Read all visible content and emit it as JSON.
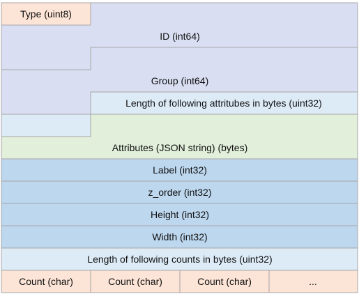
{
  "diagram": {
    "fields": {
      "type": "Type (uint8)",
      "id": "ID (int64)",
      "group": "Group (int64)",
      "attr_length": "Length of following attritubes in bytes (uint32)",
      "attributes": "Attributes (JSON string) (bytes)",
      "label": "Label (int32)",
      "z_order": "z_order (int32)",
      "height": "Height (int32)",
      "width": "Width (int32)",
      "counts_length": "Length of following counts in bytes (uint32)",
      "count_1": "Count (char)",
      "count_2": "Count (char)",
      "count_3": "Count (char)",
      "count_more": "..."
    },
    "colors": {
      "peach": "#fce4d6",
      "lavender": "#d9def2",
      "pale_blue": "#ddebf7",
      "pale_green": "#e2efda",
      "blue": "#bdd7ee",
      "border": "#a6a6a6"
    }
  }
}
